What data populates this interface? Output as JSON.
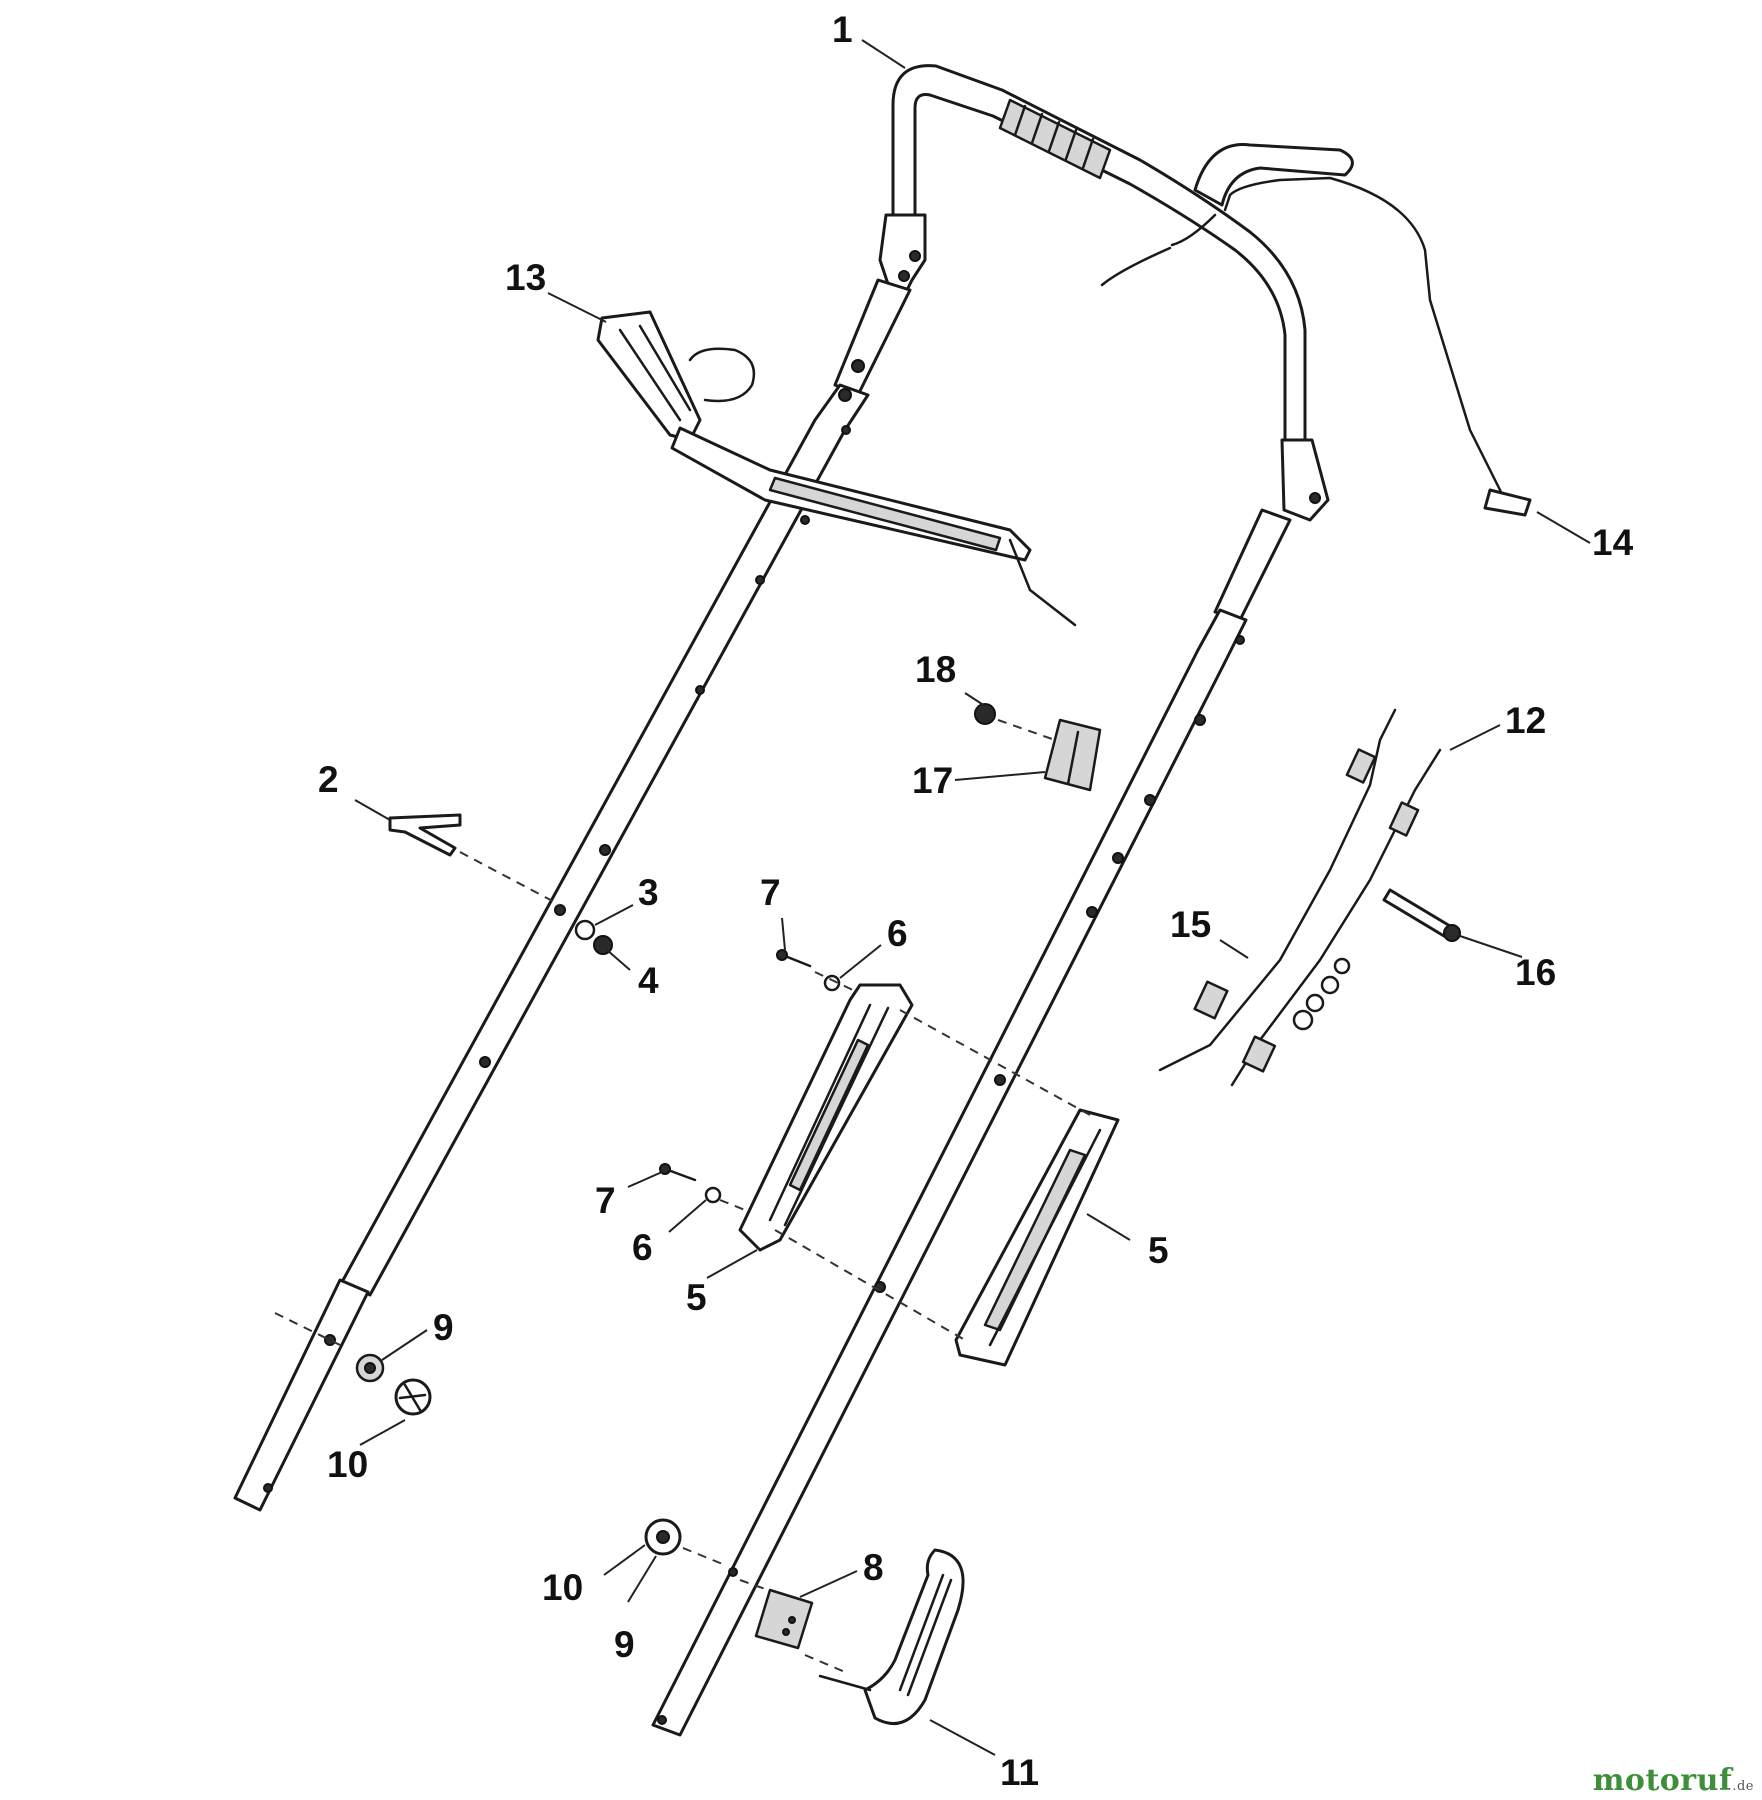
{
  "callouts": {
    "c1": "1",
    "c2": "2",
    "c3": "3",
    "c4": "4",
    "c5a": "5",
    "c5b": "5",
    "c6a": "6",
    "c6b": "6",
    "c7a": "7",
    "c7b": "7",
    "c8": "8",
    "c9a": "9",
    "c9b": "9",
    "c10a": "10",
    "c10b": "10",
    "c11": "11",
    "c12": "12",
    "c13": "13",
    "c14": "14",
    "c15": "15",
    "c16": "16",
    "c17": "17",
    "c18": "18"
  },
  "watermark": {
    "brand": "motoruf",
    "tld": ".de"
  },
  "colors": {
    "line": "#1a1a1a",
    "watermark_green": "#3f8e3a",
    "watermark_red": "#c8332b"
  }
}
